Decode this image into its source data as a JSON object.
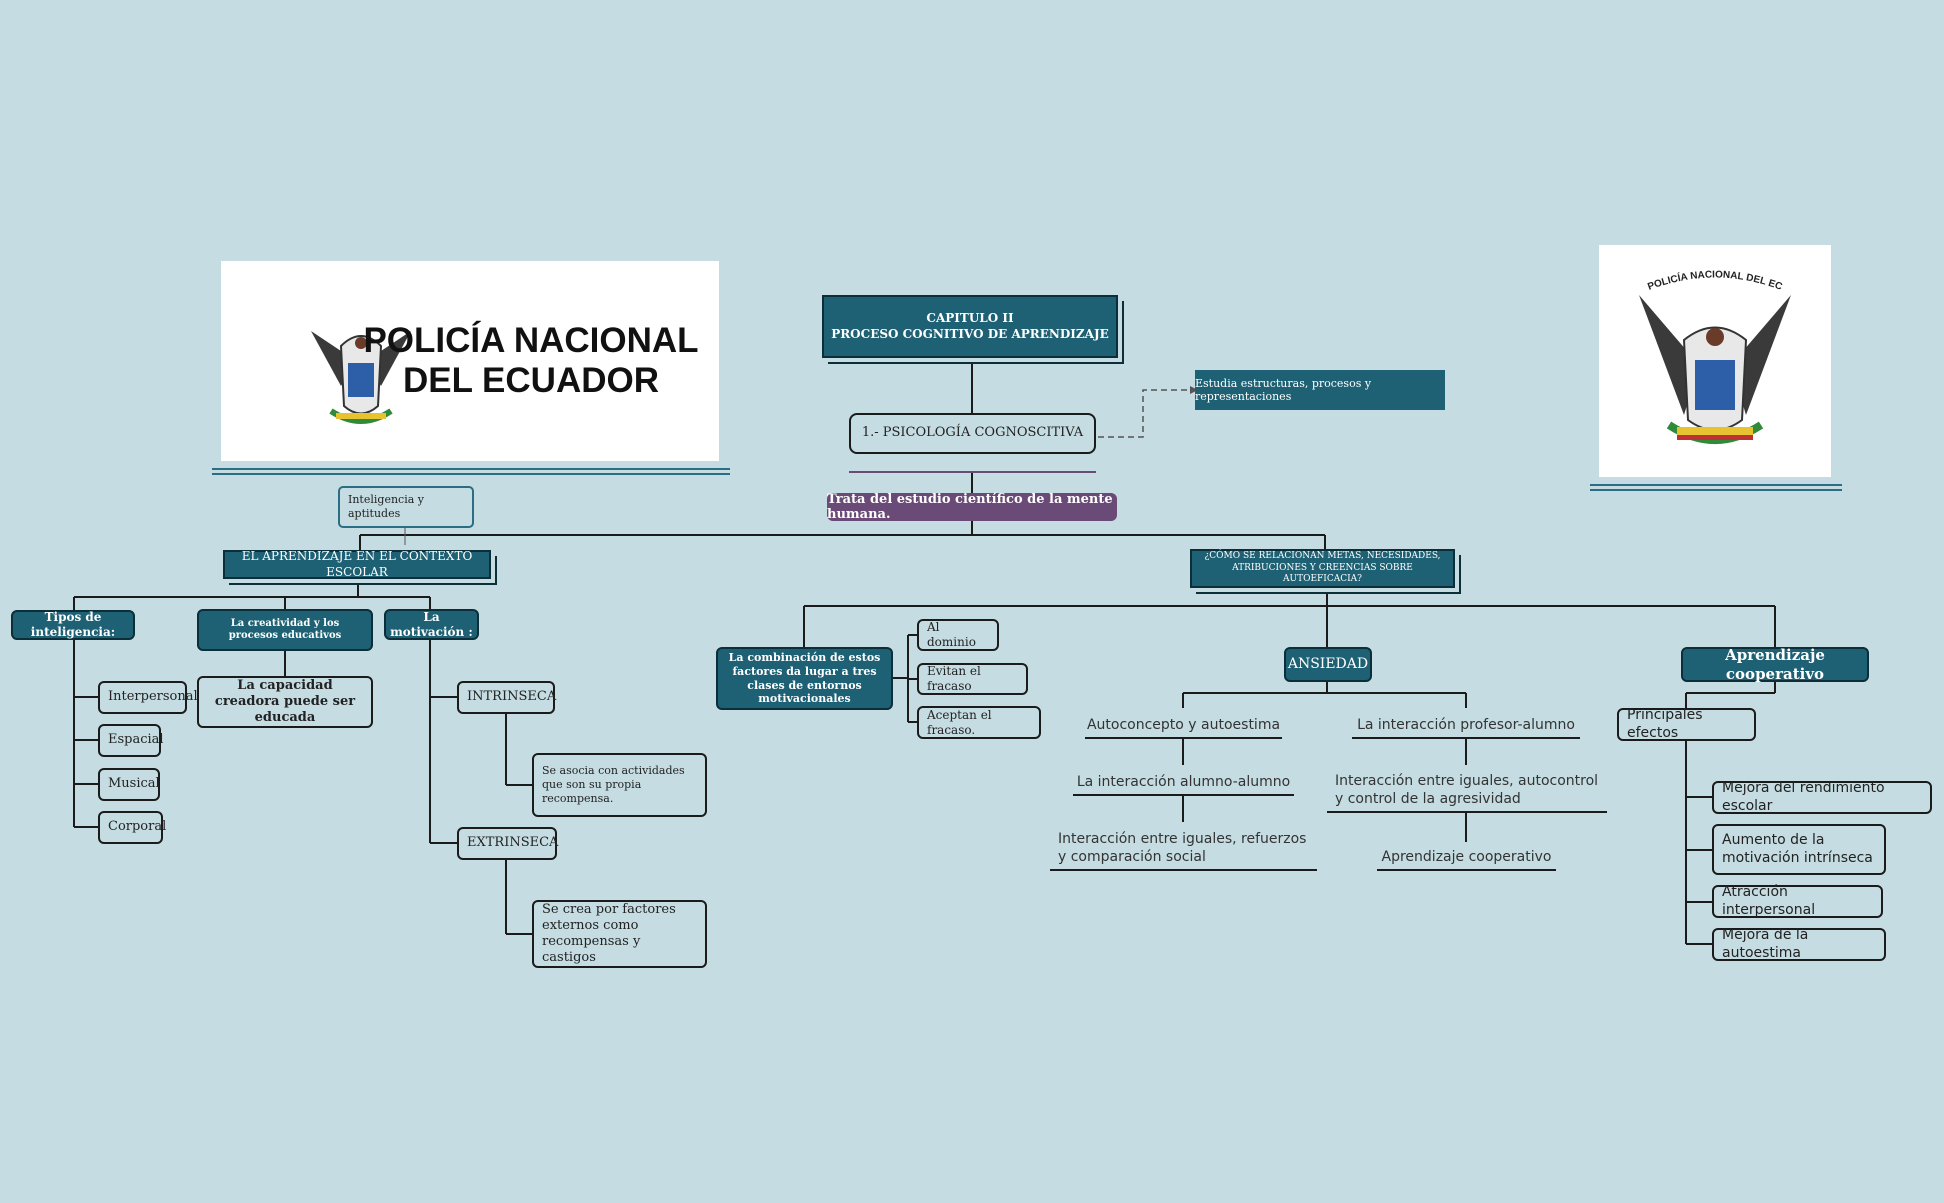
{
  "title": {
    "line1": "CAPITULO II",
    "line2": "PROCESO COGNITIVO DE APRENDIZAJE"
  },
  "psicologia": "1.- PSICOLOGÍA COGNOSCITIVA",
  "estudia": "Estudia estructuras, procesos y representaciones",
  "trata": "Trata del estudio científico de la mente humana.",
  "inteligencia_aptitudes": "Inteligencia y aptitudes",
  "logo_left": {
    "line1": "POLICÍA NACIONAL",
    "line2": "DEL ECUADOR"
  },
  "logo_right": {
    "arc_text": "POLICÍA NACIONAL DEL ECUADOR"
  },
  "left_branch": {
    "title": "EL APRENDIZAJE EN EL CONTEXTO ESCOLAR",
    "tipos": {
      "label": "Tipos de inteligencia:",
      "items": [
        "Interpersonal",
        "Espacial",
        "Musical",
        "Corporal"
      ]
    },
    "creatividad": {
      "label": "La creatividad y los procesos educativos",
      "child": "La capacidad creadora puede ser educada"
    },
    "motivacion": {
      "label": "La motivación :",
      "intrinseca": "INTRINSECA",
      "intrinseca_desc": "Se asocia con actividades que son su propia recompensa.",
      "extrinseca": "EXTRINSECA",
      "extrinseca_desc": "Se crea por factores externos como recompensas y castigos"
    }
  },
  "right_branch": {
    "title": "¿CÓMO SE RELACIONAN METAS, NECESIDADES, ATRIBUCIONES Y CREENCIAS SOBRE AUTOEFICACIA?",
    "combinacion": {
      "label": "La combinación de estos factores da lugar a tres clases de entornos motivacionales",
      "items": [
        "Al dominio",
        "Evitan el fracaso",
        "Aceptan el fracaso."
      ]
    },
    "ansiedad": {
      "label": "ANSIEDAD",
      "left_col": [
        "Autoconcepto y autoestima",
        "La interacción alumno-alumno",
        "Interacción entre iguales, refuerzos y comparación social"
      ],
      "right_col": [
        "La interacción profesor-alumno",
        "Interacción entre iguales, autocontrol y control de la agresividad",
        "Aprendizaje cooperativo"
      ]
    },
    "cooperativo": {
      "label": "Aprendizaje cooperativo",
      "efectos": "Principales efectos",
      "items": [
        "Mejora del rendimiento escolar",
        "Aumento de la motivación intrínseca",
        "Atracción interpersonal",
        "Mejora de la autoestima"
      ]
    }
  },
  "colors": {
    "background": "#c5dde2",
    "teal": "#1e6174",
    "purple": "#6a4a76",
    "dark": "#0c2e38"
  }
}
